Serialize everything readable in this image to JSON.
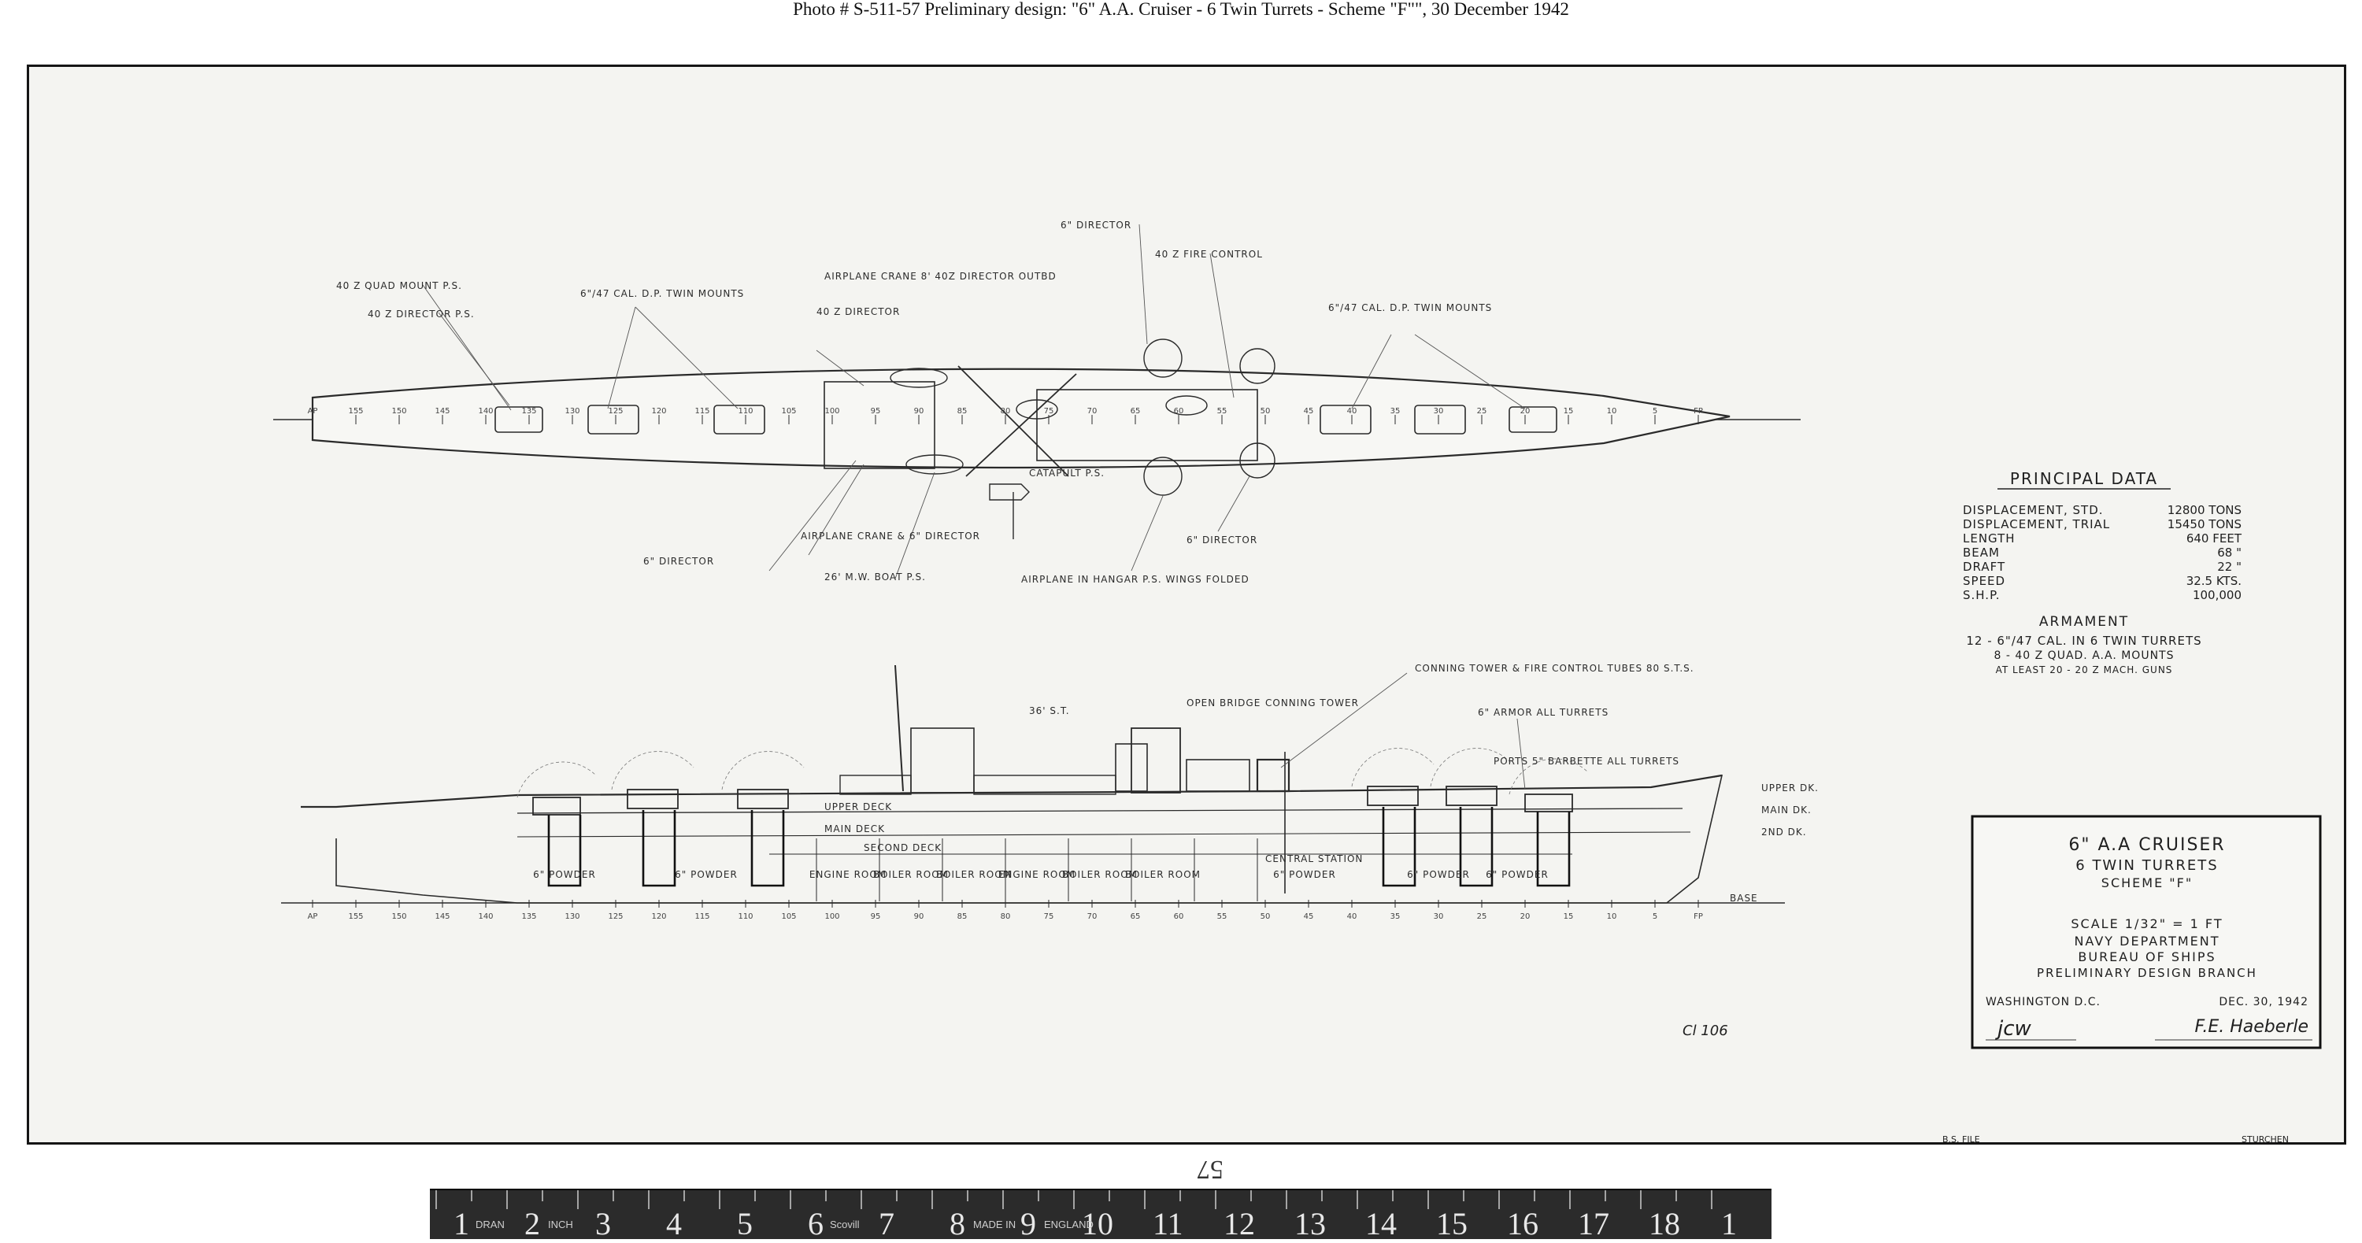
{
  "caption": "Photo #  S-511-57     Preliminary design:  \"6\" A.A. Cruiser - 6 Twin Turrets - Scheme \"F\"\", 30 December 1942",
  "plan_labels": {
    "director_top": "6\" DIRECTOR",
    "fire_control": "40 Z FIRE CONTROL",
    "quad_mounts": "40 Z QUAD MOUNT P.S.",
    "director_ps": "40 Z DIRECTOR P.S.",
    "twin_mounts_aft": "6\"/47 CAL. D.P. TWIN MOUNTS",
    "airplane_crane": "AIRPLANE CRANE 8' 40Z DIRECTOR OUTBD",
    "director_40z": "40 Z DIRECTOR",
    "twin_mounts_fwd": "6\"/47 CAL. D.P. TWIN MOUNTS",
    "catapult": "CATAPULT P.S.",
    "crane_director": "AIRPLANE CRANE & 6\" DIRECTOR",
    "director_lower": "6\" DIRECTOR",
    "boat": "26' M.W. BOAT P.S.",
    "hangar": "AIRPLANE IN HANGAR P.S. WINGS FOLDED",
    "director_right": "6\" DIRECTOR"
  },
  "plan_stations": [
    "AP",
    "155",
    "150",
    "145",
    "140",
    "135",
    "130",
    "125",
    "120",
    "115",
    "110",
    "105",
    "100",
    "95",
    "90",
    "85",
    "80",
    "75",
    "70",
    "65",
    "60",
    "55",
    "50",
    "45",
    "40",
    "35",
    "30",
    "25",
    "20",
    "15",
    "10",
    "5",
    "FP"
  ],
  "profile_labels": {
    "conning_tower_note": "CONNING TOWER & FIRE CONTROL TUBES 80 S.T.S.",
    "open_bridge": "OPEN BRIDGE",
    "conning_tower": "CONNING TOWER",
    "stack": "36' S.T.",
    "armor": "6\" ARMOR ALL TURRETS",
    "barbette": "PORTS 5\" BARBETTE ALL TURRETS",
    "upper_deck": "UPPER DK.",
    "main_deck_right": "MAIN DK.",
    "second_deck_right": "2ND DK.",
    "upper_deck_mid": "UPPER DECK",
    "main_deck_mid": "MAIN DECK",
    "second_deck_mid": "SECOND DECK",
    "base": "BASE",
    "central_station": "CENTRAL STATION"
  },
  "compartments": [
    "6\" POWDER",
    "6\" POWDER",
    "ENGINE ROOM",
    "BOILER ROOM",
    "BOILER ROOM",
    "ENGINE ROOM",
    "BOILER ROOM",
    "BOILER ROOM",
    "6\" POWDER",
    "6\" POWDER",
    "6\" POWDER"
  ],
  "profile_stations": [
    "AP",
    "155",
    "150",
    "145",
    "140",
    "135",
    "130",
    "125",
    "120",
    "115",
    "110",
    "105",
    "100",
    "95",
    "90",
    "85",
    "80",
    "75",
    "70",
    "65",
    "60",
    "55",
    "50",
    "45",
    "40",
    "35",
    "30",
    "25",
    "20",
    "15",
    "10",
    "5",
    "FP"
  ],
  "principal_data": {
    "heading": "PRINCIPAL DATA",
    "rows": [
      {
        "label": "DISPLACEMENT, STD.",
        "value": "12800 TONS"
      },
      {
        "label": "DISPLACEMENT, TRIAL",
        "value": "15450 TONS"
      },
      {
        "label": "LENGTH",
        "value": "640 FEET"
      },
      {
        "label": "BEAM",
        "value": "68 \""
      },
      {
        "label": "DRAFT",
        "value": "22 \""
      },
      {
        "label": "SPEED",
        "value": "32.5 KTS."
      },
      {
        "label": "S.H.P.",
        "value": "100,000"
      }
    ],
    "armament_heading": "ARMAMENT",
    "armament": [
      "12 - 6\"/47 CAL. IN 6 TWIN TURRETS",
      "8 - 40 Z QUAD. A.A. MOUNTS",
      "AT LEAST 20 - 20 Z MACH. GUNS"
    ]
  },
  "title_block": {
    "line1": "6\" A.A CRUISER",
    "line2": "6 TWIN TURRETS",
    "line3": "SCHEME \"F\"",
    "scale": "SCALE 1/32\" = 1 FT",
    "dept1": "NAVY DEPARTMENT",
    "dept2": "BUREAU OF SHIPS",
    "dept3": "PRELIMINARY DESIGN BRANCH",
    "place": "WASHINGTON D.C.",
    "date": "DEC. 30, 1942",
    "initials": "jcw",
    "signature": "F.E. Haeberle"
  },
  "margin_notes": {
    "sheet_no": "57",
    "file": "B.S. FILE",
    "drafter": "STURCHEN",
    "pencil": "Cl 106"
  },
  "ruler": {
    "numbers": [
      "1",
      "2",
      "3",
      "4",
      "5",
      "6",
      "7",
      "8",
      "9",
      "10",
      "11",
      "12",
      "13",
      "14",
      "15",
      "16",
      "17",
      "18",
      "1"
    ],
    "words": [
      "DRAN",
      "INCH",
      "Scovill",
      "MADE IN",
      "ENGLAND"
    ]
  }
}
